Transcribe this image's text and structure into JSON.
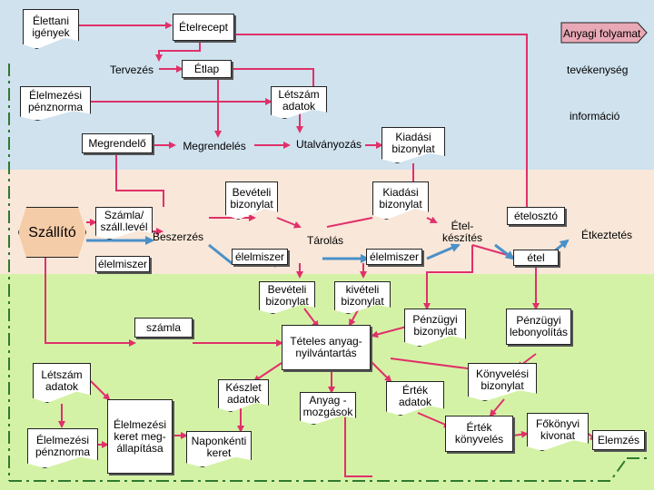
{
  "legend": {
    "material_flow": "Anyagi folyamat",
    "activity": "tevékenység",
    "information": "információ"
  },
  "nodes": {
    "elettani_igenyek": "Élettani igények",
    "etelrecept": "Ételrecept",
    "tervezes": "Tervezés",
    "etlap": "Étlap",
    "elelmezesi_penznorma_top": "Élelmezési pénznorma",
    "letszam_adatok_top": "Létszám adatok",
    "megrendelo": "Megrendelő",
    "megrendeles": "Megrendelés",
    "utalvanyozas": "Utalványozás",
    "kiadasi_bizonylat_top": "Kiadási bizonylat",
    "szallito": "Szállító",
    "szamla_szallevel": "Számla/ száll.levél",
    "beszerzes": "Beszerzés",
    "beveteli_bizonylat_mid": "Bevételi bizonylat",
    "tarolas": "Tárolás",
    "kiadasi_bizonylat_mid": "Kiadási bizonylat",
    "etel_keszites": "Étel-készítés",
    "etelosztó": "ételosztó",
    "etkeztetes": "Étkeztetés",
    "elelmiszer_left": "élelmiszer",
    "elelmiszer_center": "élelmiszer",
    "elelmiszer_right": "élelmiszer",
    "etel": "étel",
    "beveteli_bizonylat_bot": "Bevételi bizonylat",
    "kiveteli_bizonylat": "kivételi bizonylat",
    "szamla": "számla",
    "penzugyi_bizonylat": "Pénzügyi bizonylat",
    "penzugyi_lebonyolitas": "Pénzügyi lebonyolítás",
    "teteles_anyagnyilvantartas": "Tételes anyag-nyilvántartás",
    "letszam_adatok_bot": "Létszám adatok",
    "keszlet_adatok": "Készlet adatok",
    "anyag_mozgasok": "Anyag -mozgások",
    "ertek_adatok": "Érték adatok",
    "konyvelesi_bizonylat": "Könyvelési bizonylat",
    "elelmezesi_penznorma_bot": "Élelmezési pénznorma",
    "elelmezesi_keret": "Élelmezési keret meg-állapítása",
    "naponkenti_keret": "Naponkénti keret",
    "ertek_konyveles": "Érték könyvelés",
    "fokonyvi_kivonat": "Főkönyvi kivonat",
    "elemzes": "Elemzés"
  },
  "colors": {
    "band_top": "#cfe2ee",
    "band_mid": "#f9e7d9",
    "band_bottom": "#d4f2a6",
    "info_arrow": "#e0306a",
    "material_arrow": "#4a90c8",
    "dash_divider": "#2f7a2f",
    "supplier_fill": "#f5cca8"
  }
}
